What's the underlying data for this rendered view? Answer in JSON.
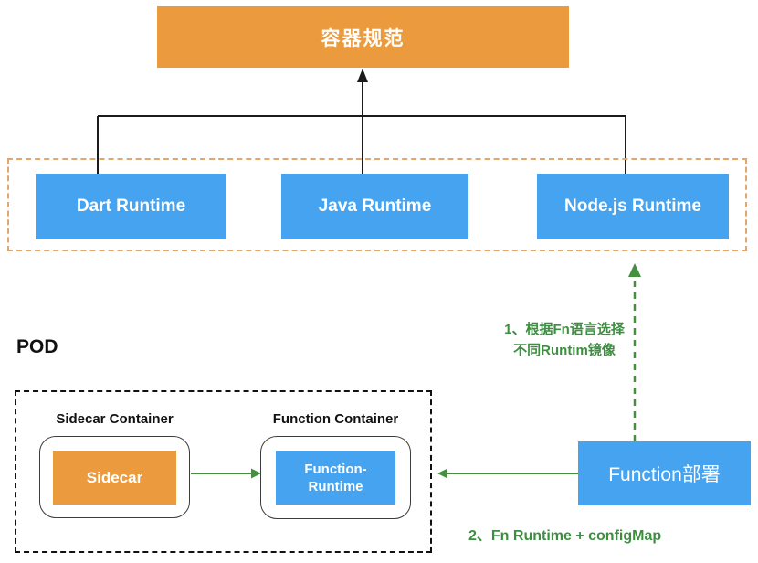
{
  "diagram": {
    "top_box": {
      "label": "容器规范"
    },
    "runtime_group": {
      "items": [
        {
          "label": "Dart Runtime"
        },
        {
          "label": "Java Runtime"
        },
        {
          "label": "Node.js Runtime"
        }
      ]
    },
    "pod": {
      "title": "POD",
      "sidecar_container": {
        "title": "Sidecar Container",
        "box_label": "Sidecar"
      },
      "function_container": {
        "title": "Function Container",
        "box_line1": "Function-",
        "box_line2": "Runtime"
      }
    },
    "function_deploy": {
      "label": "Function部署"
    },
    "annotations": {
      "step1_line1": "1、根据Fn语言选择",
      "step1_line2": "不同Runtim镜像",
      "step2": "2、Fn Runtime + configMap"
    },
    "colors": {
      "orange": "#EC9A3E",
      "blue": "#45A3F0",
      "green_text": "#3E8E41",
      "green_line": "#44903F",
      "dashed_orange": "#E2A76C",
      "line_black": "#1B1B1B"
    }
  }
}
